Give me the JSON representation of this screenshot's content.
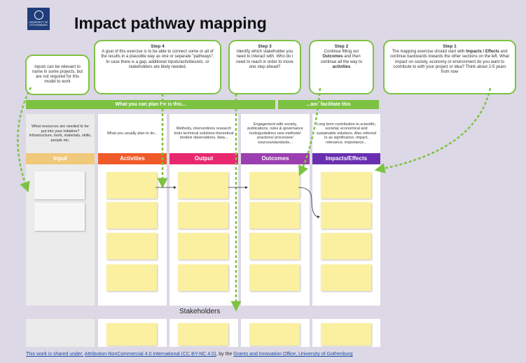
{
  "header": {
    "logo_text": "UNIVERSITY OF GOTHENBURG",
    "title": "Impact pathway mapping"
  },
  "bubbles": {
    "inputs_note": "Inputs can be relevant to name in some projects, but are not required for this model to work",
    "step4_title": "Step 4",
    "step4_text": "A goal of this exercise is to be able to connect some or all of the results in a plausible way as one or separate \"pathways\". In case there is a gap, additional inputs/activities/etc. or stakeholders are likely needed.",
    "step3_title": "Step 3",
    "step3_text": "Identify which stakeholder you need to interact with. Who do I need to reach in order to move one step ahead?",
    "step2_title": "Step 2",
    "step2_text_pre": "Continue filling out",
    "step2_bold1": "Outcomes",
    "step2_text_mid": "and then continue all the way to",
    "step2_bold2": "activities",
    "step1_title": "Step 1",
    "step1_text_pre": "The mapping exercise should start with",
    "step1_bold": "Impacts / Effects",
    "step1_text_post": "and continue backwards towards the other sections on the left. What impact on society, economy or environment do you want to contribute to with your project or idea? Think about 2-5 years from now"
  },
  "bars": {
    "plan": "What you can plan for is this...",
    "facilitate": "...and facilitate this"
  },
  "columns": [
    {
      "name": "Input",
      "color": "#f0c97a",
      "desc": "What resources are needed to be put into your initiative? Infrastructure, tools, materials, skills, people etc."
    },
    {
      "name": "Activities",
      "color": "#f05a28",
      "desc": "What you usually plan to do..."
    },
    {
      "name": "Output",
      "color": "#e8286f",
      "desc": "Methods, interventions research tools technical solutions theoretical models observations, data..."
    },
    {
      "name": "Outcomes",
      "color": "#9b3fb0",
      "desc": "Engagement with society, publications, rules & governance tools/guidelines new methods/ practices/ processes/ sources/standards..."
    },
    {
      "name": "Impacts/Effects",
      "color": "#6a2fb0",
      "desc": "Long term contribution to scientific, societal, economical and sustainable solutions. Also referred to as significance, impact, relevance, importance..."
    }
  ],
  "stakeholders_label": "Stakeholders",
  "footer": {
    "pre": "This work is shared under:",
    "license": "Attribution-NonCommercial 4.0 International (CC BY-NC 4.0)",
    "mid": ", by the",
    "org": "Grants and Innovation Office, University of Gothenburg"
  },
  "colors": {
    "background": "#dcd8e6",
    "accent_green": "#7dc242",
    "note_yellow": "#fbf0a0"
  }
}
